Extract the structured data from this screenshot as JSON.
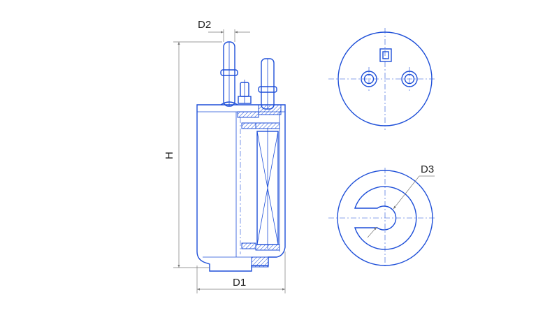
{
  "labels": {
    "d1": "D1",
    "d2": "D2",
    "d3": "D3",
    "h": "H"
  },
  "colors": {
    "line": "#1e4fd8",
    "dimension": "#7a7a7a",
    "text": "#222222"
  }
}
